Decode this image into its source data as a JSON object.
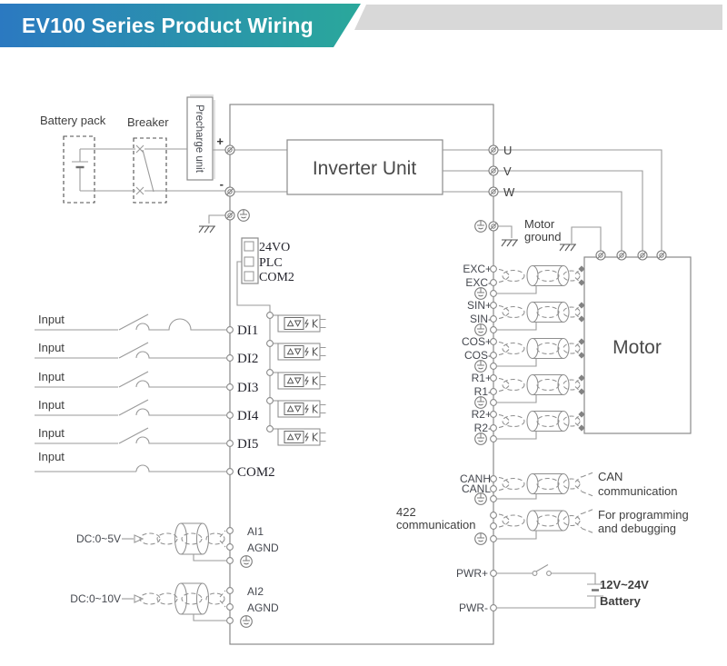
{
  "header": {
    "title": "EV100 Series Product Wiring"
  },
  "colors": {
    "banner_start": "#2b79c1",
    "banner_end": "#2aa89b",
    "band": "#d8d8d8",
    "wire": "#9a9a9a"
  },
  "power_input": {
    "battery_pack": "Battery pack",
    "breaker": "Breaker",
    "precharge": "Precharge unit",
    "plus": "+",
    "minus": "-"
  },
  "inverter": {
    "label": "Inverter Unit",
    "outputs": [
      "U",
      "V",
      "W"
    ]
  },
  "motor": {
    "label": "Motor",
    "ground_line1": "Motor",
    "ground_line2": "ground"
  },
  "control_terminals": {
    "pins": [
      "24VO",
      "PLC",
      "COM2"
    ]
  },
  "digital_inputs": {
    "input_label": "Input",
    "channels": [
      "DI1",
      "DI2",
      "DI3",
      "DI4",
      "DI5"
    ],
    "common": "COM2"
  },
  "analog_inputs": {
    "source1": "DC:0~5V",
    "ai1": "AI1",
    "agnd": "AGND",
    "source2": "DC:0~10V",
    "ai2": "AI2"
  },
  "resolver": {
    "pairs": [
      [
        "EXC+",
        "EXC-"
      ],
      [
        "SIN+",
        "SIN-"
      ],
      [
        "COS+",
        "COS-"
      ],
      [
        "R1+",
        "R1-"
      ],
      [
        "R2+",
        "R2-"
      ]
    ]
  },
  "can_comm": {
    "canh": "CANH",
    "canl": "CANL",
    "desc_line1": "CAN",
    "desc_line2": "communication"
  },
  "comm_422": {
    "label_line1": "422",
    "label_line2": "communication",
    "desc_line1": "For programming",
    "desc_line2": "and debugging"
  },
  "backup_power": {
    "pwr_plus": "PWR+",
    "pwr_minus": "PWR-",
    "battery_line1": "12V~24V",
    "battery_line2": "Battery"
  }
}
